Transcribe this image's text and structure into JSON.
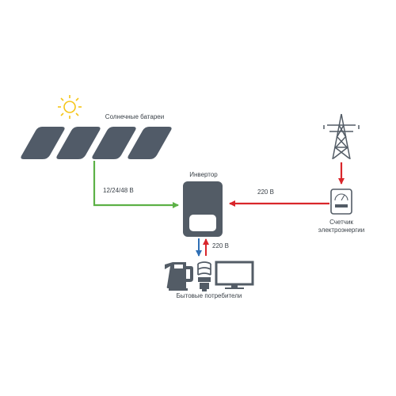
{
  "labels": {
    "solar_panels": "Солнечные батареи",
    "inverter": "Инвертор",
    "dc_voltage": "12/24/48 В",
    "grid_voltage": "220 В",
    "output_voltage": "220 В",
    "meter_line1": "Счетчик",
    "meter_line2": "электроэнергии",
    "consumers": "Бытовые потребители"
  },
  "colors": {
    "panel": "#515b68",
    "device": "#535c66",
    "sun": "#f5c518",
    "green_wire": "#5cb146",
    "red_wire": "#d9262b",
    "blue_wire": "#2f6fb5",
    "text": "#3a4148"
  },
  "icons": {
    "sun": "sun-icon",
    "solar_panels": "solar-panel-icon",
    "inverter": "inverter-icon",
    "power_tower": "power-tower-icon",
    "meter": "electricity-meter-icon",
    "kettle": "kettle-icon",
    "bulb": "light-bulb-icon",
    "monitor": "monitor-icon"
  }
}
